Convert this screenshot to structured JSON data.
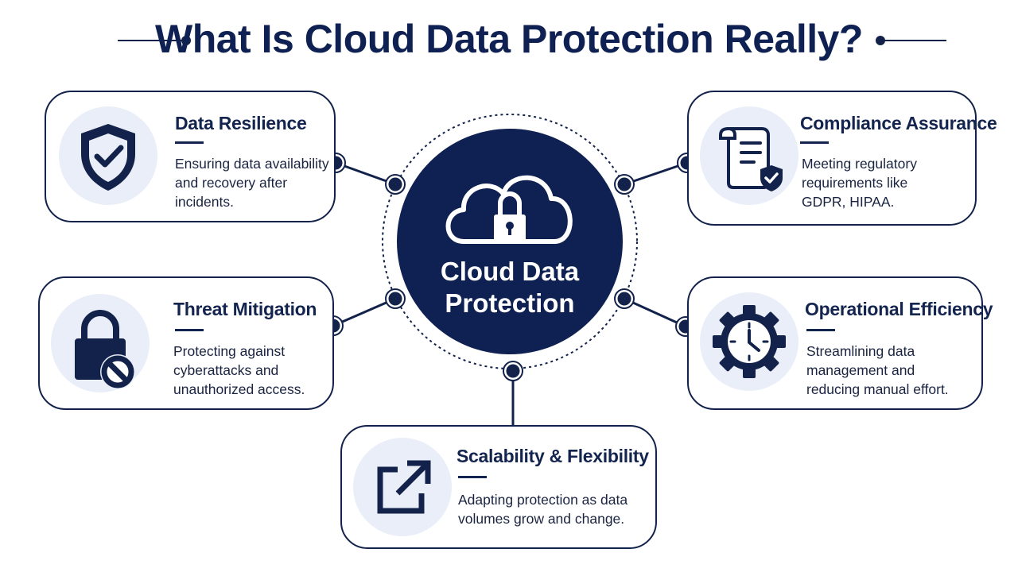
{
  "title": "What Is Cloud Data Protection Really?",
  "hub": {
    "line1": "Cloud Data",
    "line2": "Protection"
  },
  "cards": [
    {
      "title": "Data Resilience",
      "lines": [
        "Ensuring data availability",
        "and recovery after",
        "incidents."
      ],
      "icon": "shield-check-icon"
    },
    {
      "title": "Compliance Assurance",
      "lines": [
        "Meeting regulatory",
        "requirements like",
        "GDPR, HIPAA."
      ],
      "icon": "document-shield-icon"
    },
    {
      "title": "Threat Mitigation",
      "lines": [
        "Protecting against",
        "cyberattacks and",
        "unauthorized access."
      ],
      "icon": "lock-blocked-icon"
    },
    {
      "title": "Operational Efficiency",
      "lines": [
        "Streamlining data",
        "management and",
        "reducing manual effort."
      ],
      "icon": "gear-clock-icon"
    },
    {
      "title": "Scalability & Flexibility",
      "lines": [
        "Adapting protection as data",
        "volumes grow and change."
      ],
      "icon": "expand-arrow-icon"
    }
  ],
  "colors": {
    "navy": "#12224a",
    "icon_bg": "#e9eef8",
    "hub": "#0f2152"
  }
}
